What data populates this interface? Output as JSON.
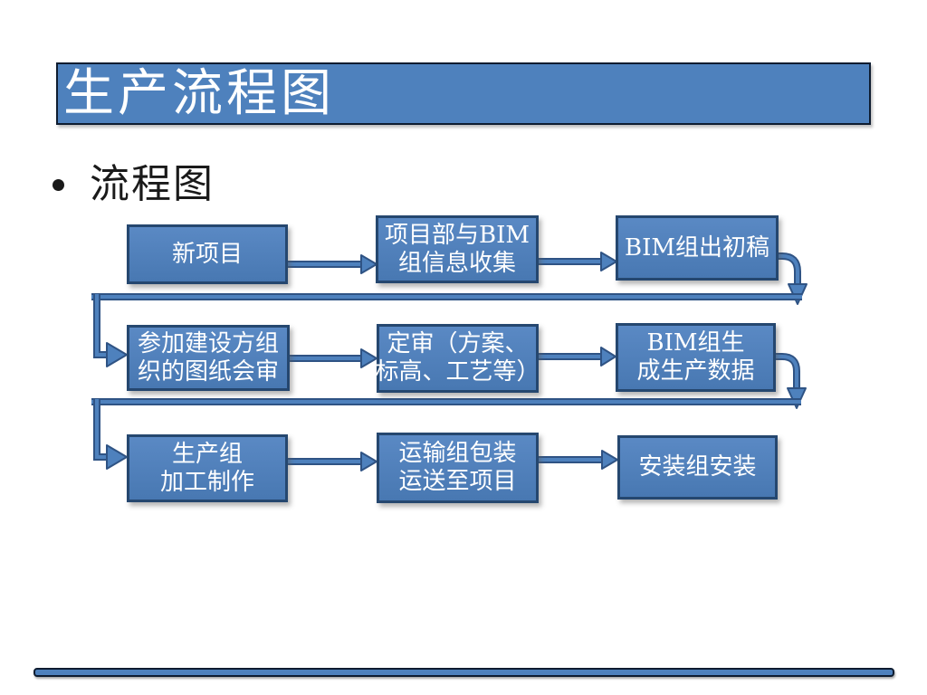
{
  "slide": {
    "title": "生产流程图",
    "bullet_text": "流程图"
  },
  "flowchart": {
    "boxes": [
      {
        "name": "new-project",
        "lines": [
          "新项目"
        ]
      },
      {
        "name": "bim-info-collection",
        "lines": [
          "项目部与BIM",
          "组信息收集"
        ]
      },
      {
        "name": "bim-first-draft",
        "lines": [
          "BIM组出初稿"
        ]
      },
      {
        "name": "drawing-joint-review",
        "lines": [
          "参加建设方组",
          "织的图纸会审"
        ]
      },
      {
        "name": "final-approval",
        "lines": [
          "定审（方案、",
          "标高、工艺等）"
        ]
      },
      {
        "name": "bim-production-data",
        "lines": [
          "BIM组生",
          "成生产数据"
        ]
      },
      {
        "name": "production-group",
        "lines": [
          "生产组",
          "加工制作"
        ]
      },
      {
        "name": "transport-group",
        "lines": [
          "运输组包装",
          "运送至项目"
        ]
      },
      {
        "name": "installation-group",
        "lines": [
          "安装组安装"
        ]
      }
    ]
  },
  "colors": {
    "accent_blue": "#4E81BD",
    "box_fill_top": "#5A89C4",
    "box_fill_bottom": "#4878B2",
    "box_border": "#25476F",
    "connector_dark": "#2F5384",
    "connector_light": "#4E81BD",
    "title_border": "#0E1C30",
    "text_white": "#FFFFFF",
    "text_black": "#1A1A1A"
  }
}
